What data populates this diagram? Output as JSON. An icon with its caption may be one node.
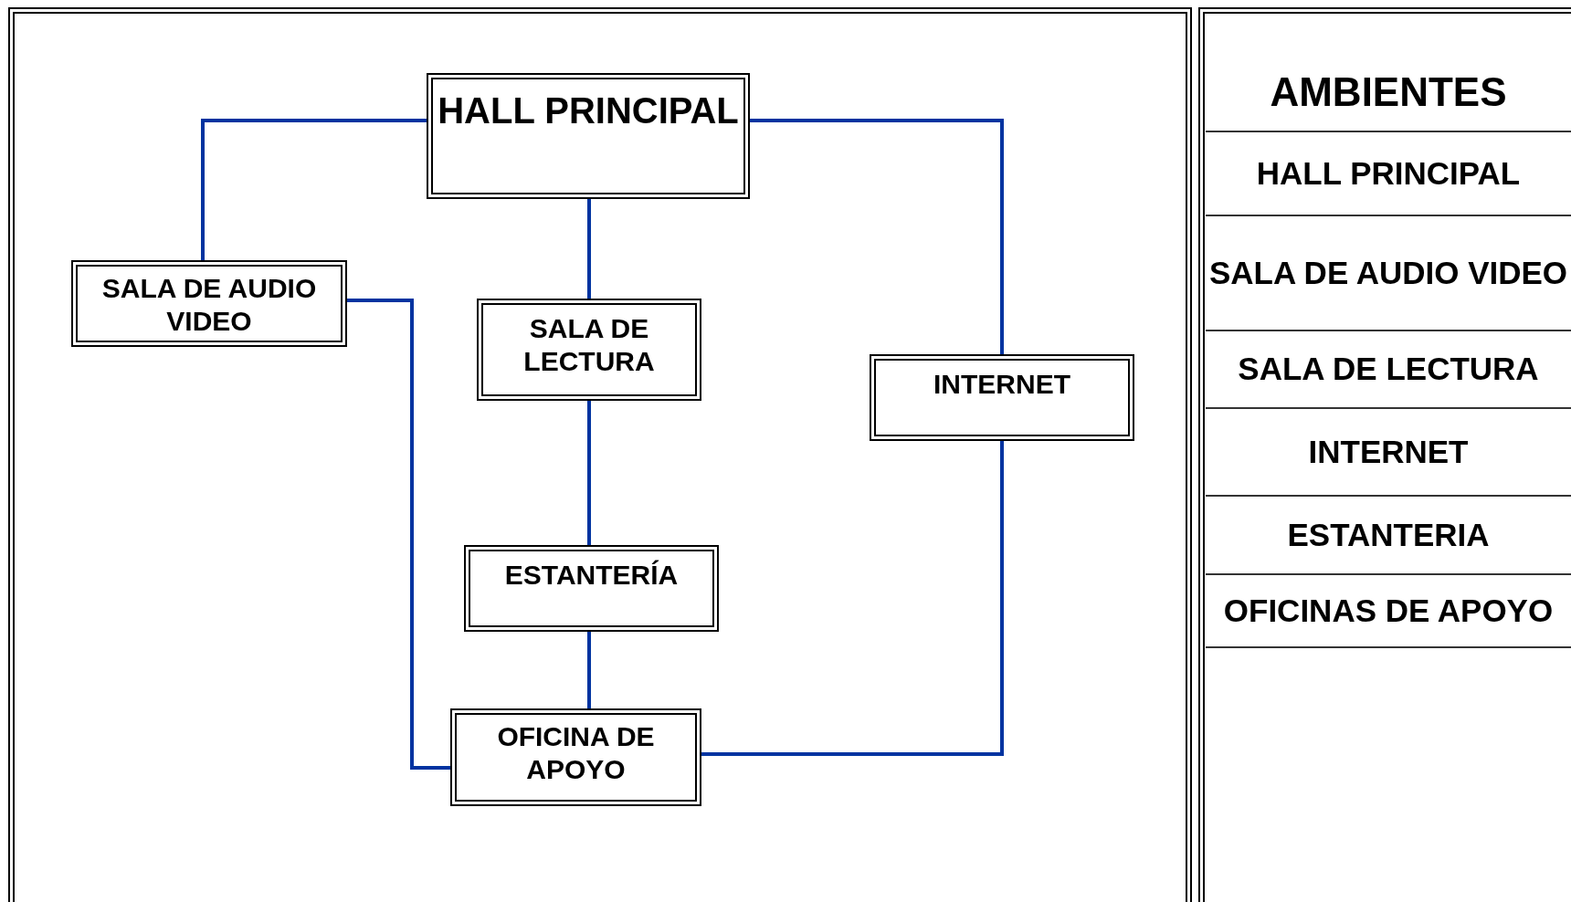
{
  "diagram": {
    "nodes": [
      {
        "text": [
          "HALL PRINCIPAL"
        ]
      },
      {
        "text": [
          "SALA DE AUDIO VIDEO"
        ]
      },
      {
        "text": [
          "SALA DE LECTURA"
        ]
      },
      {
        "text": [
          "INTERNET"
        ]
      },
      {
        "text": [
          "ESTANTERÍA"
        ]
      },
      {
        "text": [
          "OFICINA DE APOYO"
        ]
      }
    ],
    "edges": [
      {
        "from": 0,
        "to": 1,
        "arrow": "none"
      },
      {
        "from": 0,
        "to": 2,
        "arrow": "none"
      },
      {
        "from": 0,
        "to": 3,
        "arrow": "none"
      },
      {
        "from": 1,
        "to": 5,
        "arrow": "none"
      },
      {
        "from": 2,
        "to": 4,
        "arrow": "none"
      },
      {
        "from": 4,
        "to": 5,
        "arrow": "none"
      },
      {
        "from": 3,
        "to": 5,
        "arrow": "none"
      }
    ],
    "labels": [
      "AMBIENTES",
      "HALL PRINCIPAL",
      "SALA DE AUDIO VIDEO",
      "SALA DE LECTURA",
      "INTERNET",
      "ESTANTERIA",
      "OFICINAS DE APOYO"
    ]
  }
}
